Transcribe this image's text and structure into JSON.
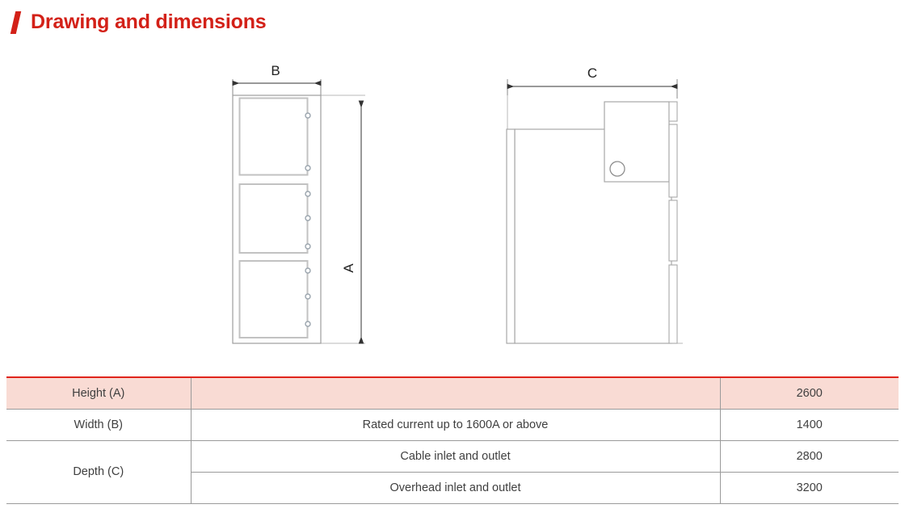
{
  "header": {
    "title": "Drawing and dimensions",
    "accent_color": "#d32118"
  },
  "drawing": {
    "front_view": {
      "name": "front-view",
      "dimension_labels": {
        "width": "B",
        "height": "A"
      },
      "panel_count": 3,
      "panel_hole_counts": [
        2,
        3,
        3
      ]
    },
    "side_view": {
      "name": "side-view",
      "dimension_labels": {
        "depth": "C"
      },
      "knob_count": 1
    }
  },
  "table": {
    "rows": [
      {
        "label": "Height (A)",
        "condition": "",
        "value": "2600",
        "highlight": true
      },
      {
        "label": "Width (B)",
        "condition": "Rated current up to 1600A or above",
        "value": "1400",
        "highlight": false
      },
      {
        "label": "Depth (C)",
        "condition": "Cable inlet and outlet",
        "value": "2800",
        "highlight": false
      },
      {
        "label": "",
        "condition": "Overhead inlet and outlet",
        "value": "3200",
        "highlight": false
      }
    ],
    "header_fill": "#f9dbd4",
    "header_border": "#e0241c",
    "grid_color": "#9a9a9a"
  }
}
